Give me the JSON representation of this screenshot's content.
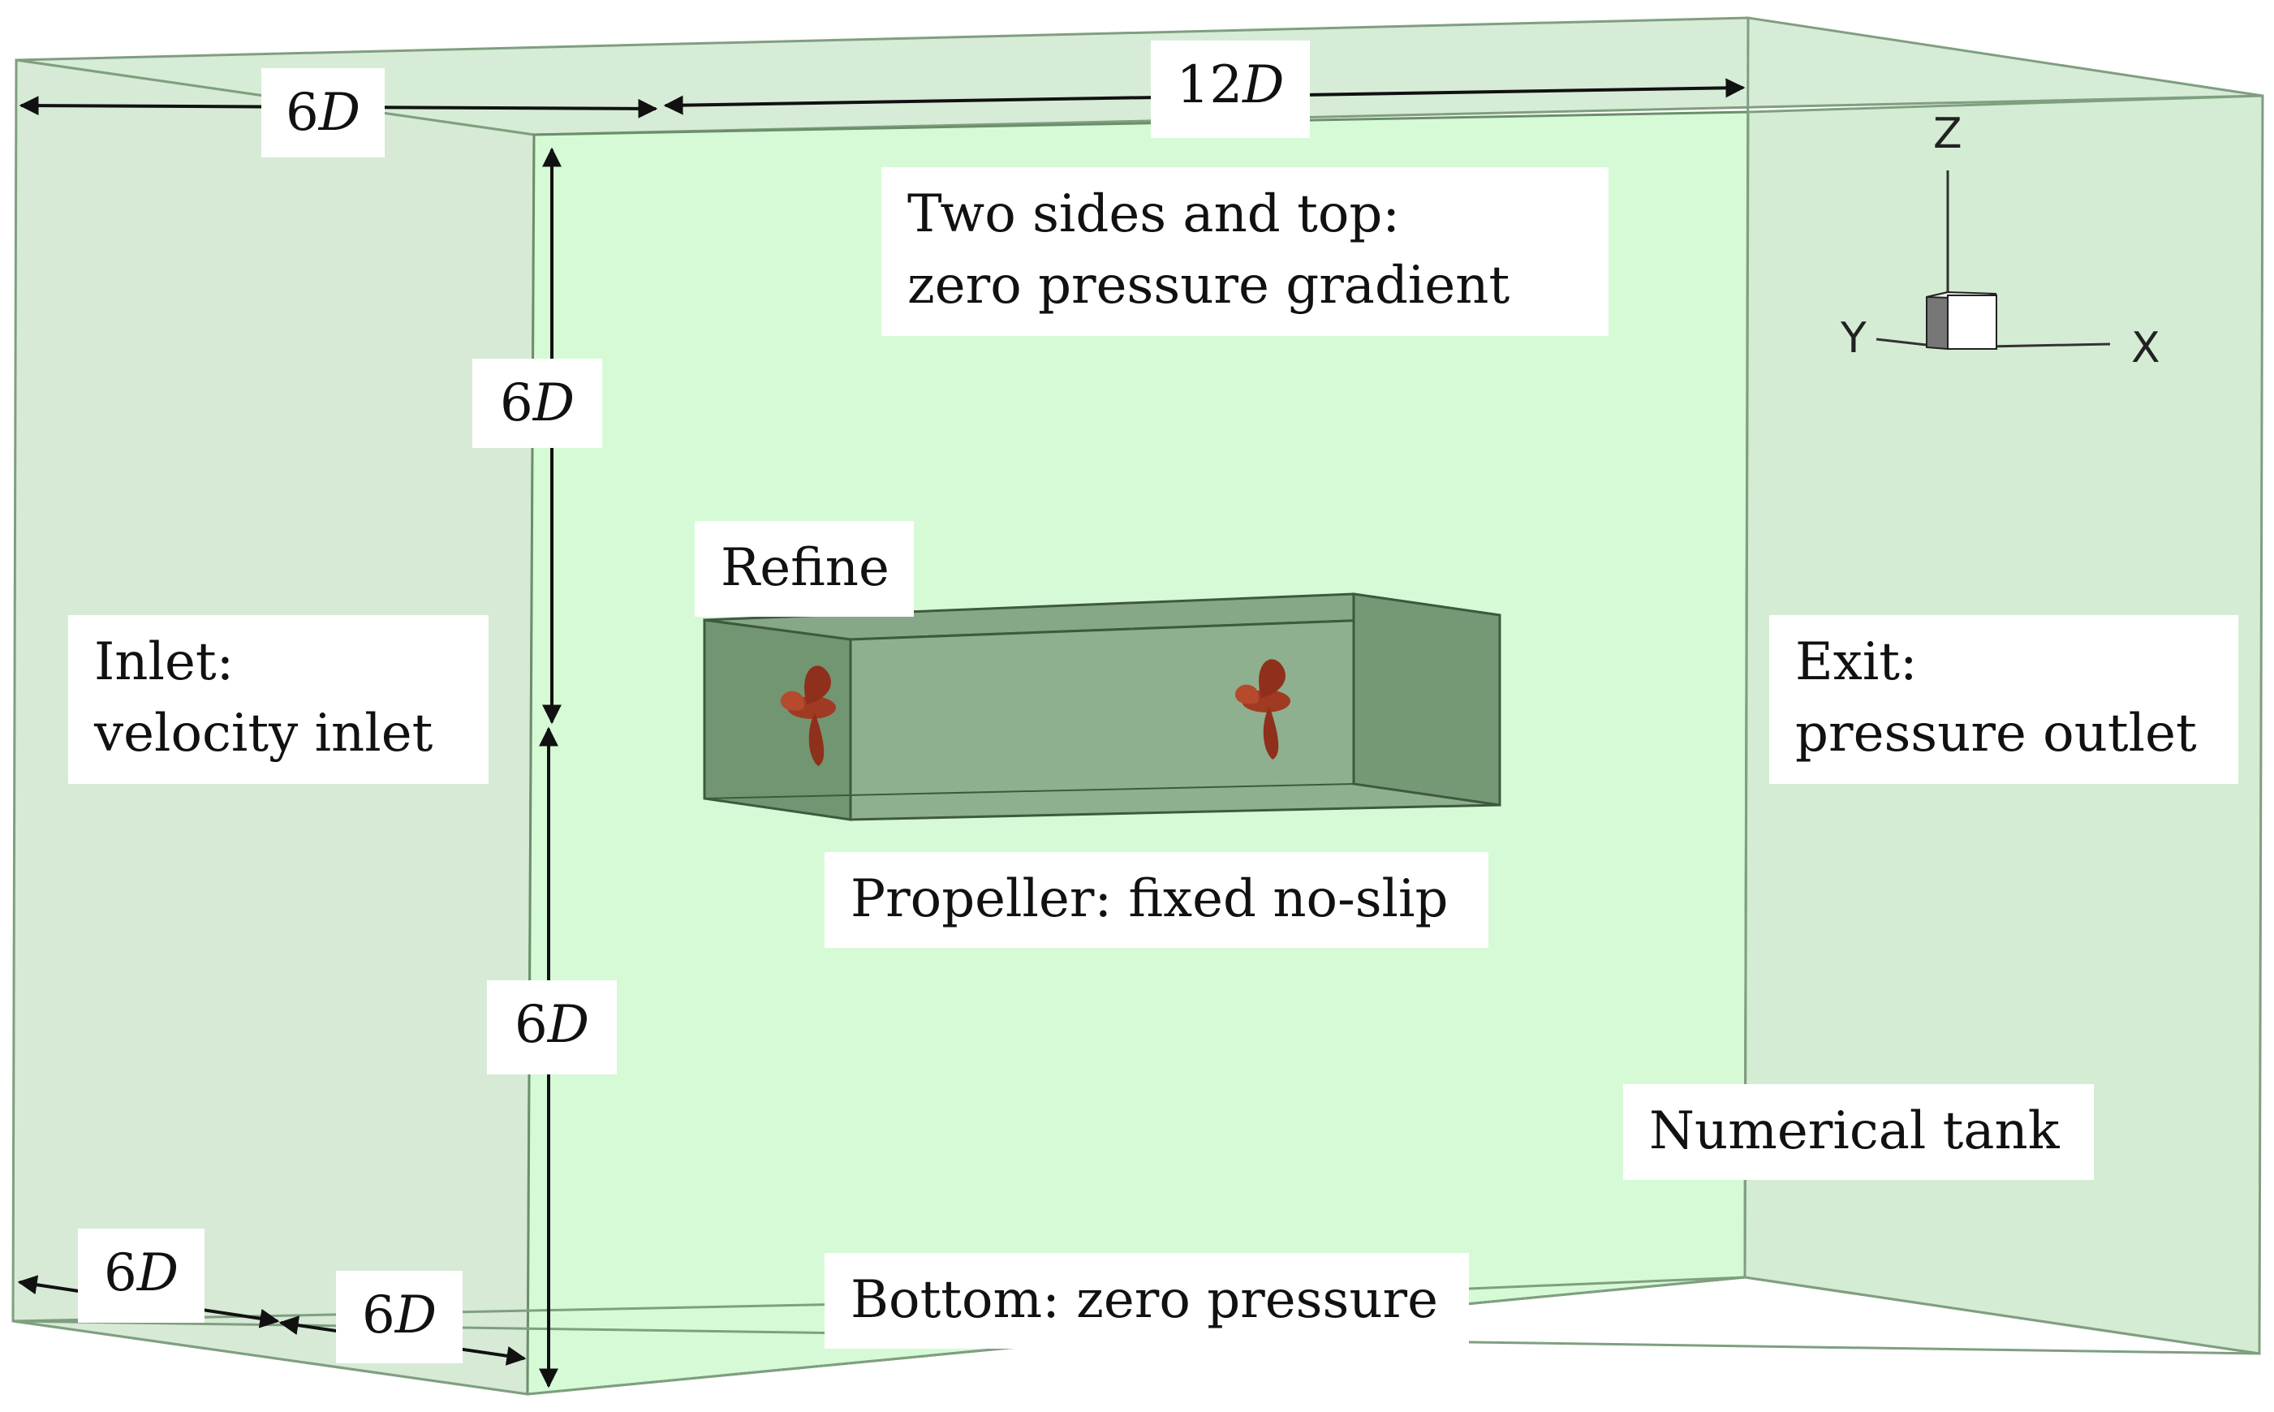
{
  "labels": {
    "top_boundary": [
      "Two sides and top:",
      "zero pressure gradient"
    ],
    "inlet": [
      "Inlet:",
      "velocity inlet"
    ],
    "exit": [
      "Exit:",
      "pressure outlet"
    ],
    "refine": "Refine",
    "propeller": "Propeller: fixed no-slip",
    "tank": "Numerical tank",
    "bottom": "Bottom: zero pressure"
  },
  "dimensions": {
    "width_left": {
      "num": "6",
      "unit": "D"
    },
    "length_top": {
      "num": "12",
      "unit": "D"
    },
    "height_upper": {
      "num": "6",
      "unit": "D"
    },
    "height_lower": {
      "num": "6",
      "unit": "D"
    },
    "depth_front": {
      "num": "6",
      "unit": "D"
    },
    "depth_back": {
      "num": "6",
      "unit": "D"
    }
  },
  "axes": {
    "z": "Z",
    "y": "Y",
    "x": "X"
  },
  "colors": {
    "face_front": "#d6fad6",
    "face_side": "#d4ecd4",
    "edge": "#6b8f6b",
    "refine_box": "#7e9f7e",
    "propeller": "#a13a22"
  }
}
